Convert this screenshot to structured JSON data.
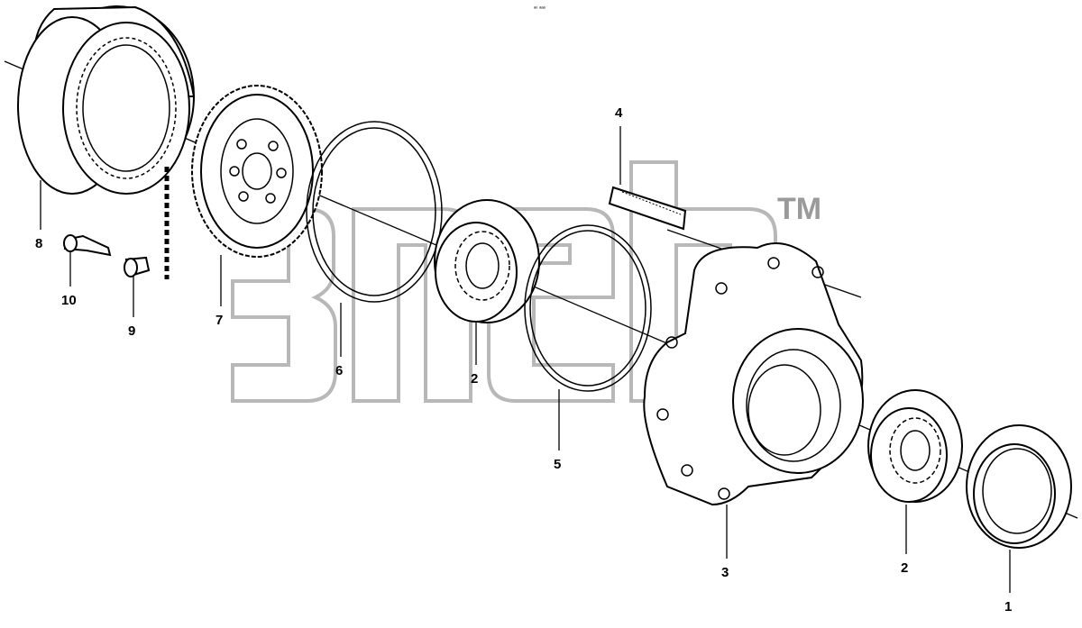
{
  "image_code": "ᵃⁿ ᵃᵃᵃ",
  "watermark": {
    "text": "TM"
  },
  "callouts": [
    {
      "id": "8",
      "text": "8"
    },
    {
      "id": "10",
      "text": "10"
    },
    {
      "id": "9",
      "text": "9"
    },
    {
      "id": "7",
      "text": "7"
    },
    {
      "id": "6",
      "text": "6"
    },
    {
      "id": "4",
      "text": "4"
    },
    {
      "id": "2a",
      "text": "2"
    },
    {
      "id": "5",
      "text": "5"
    },
    {
      "id": "3",
      "text": "3"
    },
    {
      "id": "2b",
      "text": "2"
    },
    {
      "id": "1",
      "text": "1"
    }
  ]
}
